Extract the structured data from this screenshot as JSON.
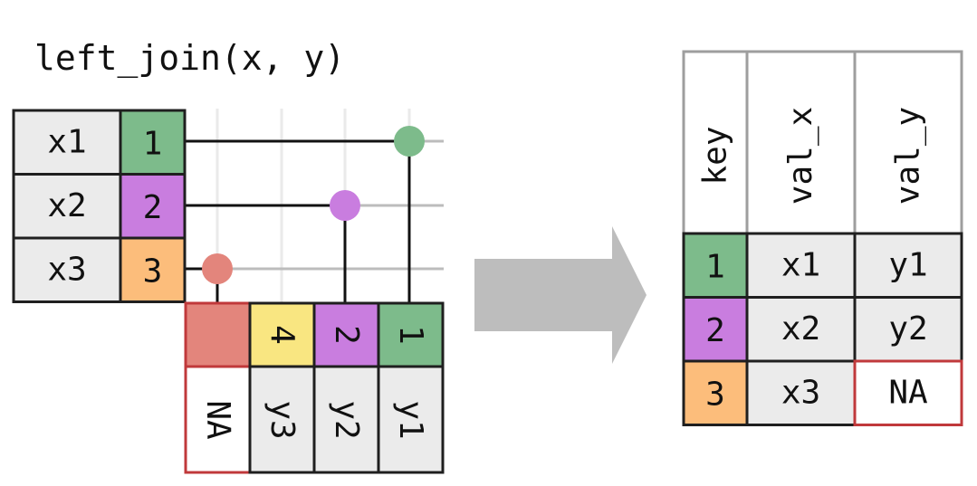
{
  "title": "left_join(x, y)",
  "colors": {
    "green": "#7dbb8b",
    "purple": "#c97ddf",
    "orange": "#fcbd7b",
    "yellow": "#f9e681",
    "na_fill": "#e3857c",
    "na_red": "#c0393b",
    "cell_gray": "#ebebeb",
    "arrow_gray": "#bdbdbd",
    "border_dark": "#1f1f1f",
    "border_light": "#9e9e9e"
  },
  "x_table": {
    "rows": [
      {
        "val": "x1",
        "key": "1",
        "color": "green"
      },
      {
        "val": "x2",
        "key": "2",
        "color": "purple"
      },
      {
        "val": "x3",
        "key": "3",
        "color": "orange"
      }
    ]
  },
  "y_table": {
    "cols": [
      {
        "key": "",
        "val": "NA",
        "color": "na_fill",
        "is_na": true
      },
      {
        "key": "4",
        "val": "y3",
        "color": "yellow",
        "is_na": false
      },
      {
        "key": "2",
        "val": "y2",
        "color": "purple",
        "is_na": false
      },
      {
        "key": "1",
        "val": "y1",
        "color": "green",
        "is_na": false
      }
    ]
  },
  "result": {
    "headers": [
      "key",
      "val_x",
      "val_y"
    ],
    "rows": [
      {
        "key": "1",
        "val_x": "x1",
        "val_y": "y1",
        "color": "green",
        "na": false
      },
      {
        "key": "2",
        "val_x": "x2",
        "val_y": "y2",
        "color": "purple",
        "na": false
      },
      {
        "key": "3",
        "val_x": "x3",
        "val_y": "NA",
        "color": "orange",
        "na": true
      }
    ]
  }
}
